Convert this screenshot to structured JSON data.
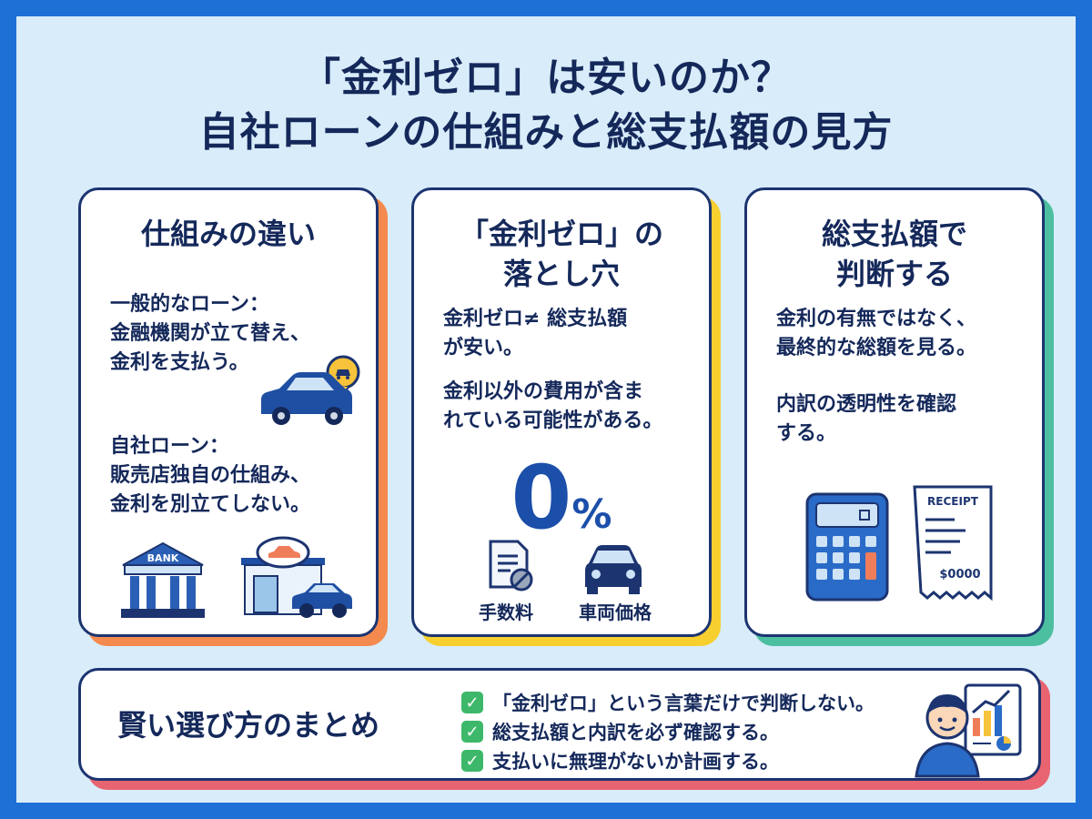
{
  "title": {
    "line1": "「金利ゼロ」は安いのか？",
    "line2": "自社ローンの仕組みと総支払額の見方"
  },
  "card1": {
    "heading": "仕組みの違い",
    "general": [
      "一般的なローン：",
      "金融機関が立て替え、",
      "金利を支払う。"
    ],
    "inhouse": [
      "自社ローン：",
      "販売店独自の仕組み、",
      "金利を別立てしない。"
    ],
    "bank_sign": "BANK",
    "icons": [
      "car-icon",
      "bank-icon",
      "dealership-icon"
    ]
  },
  "card2": {
    "heading_line1": "「金利ゼロ」の",
    "heading_line2": "落とし穴",
    "point1": [
      "金利ゼロ≠ 総支払額",
      "が安い。"
    ],
    "point2": [
      "金利以外の費用が含ま",
      "れている可能性がある。"
    ],
    "zero_number": "0",
    "zero_unit": "%",
    "fee_label": "手数料",
    "vehicle_label": "車両価格",
    "icons": [
      "document-icon",
      "car-icon"
    ]
  },
  "card3": {
    "heading_line1": "総支払額で",
    "heading_line2": "判断する",
    "point1": [
      "金利の有無ではなく、",
      "最終的な総額を見る。"
    ],
    "point2": [
      "内訳の透明性を確認",
      "する。"
    ],
    "receipt_title": "RECEIPT",
    "receipt_amount": "$0000",
    "icons": [
      "calculator-icon",
      "receipt-icon"
    ]
  },
  "summary": {
    "title": "賢い選び方のまとめ",
    "items": [
      "「金利ゼロ」という言葉だけで判断しない。",
      "総支払額と内訳を必ず確認する。",
      "支払いに無理がないか計画する。"
    ],
    "icons": [
      "checkbox-icon",
      "person-icon",
      "chart-icon"
    ]
  },
  "colors": {
    "frame": "#1e6fd6",
    "background": "#d9ecfa",
    "navy": "#14285a",
    "accent_orange": "#f48a4e",
    "accent_yellow": "#f7cf2f",
    "accent_green": "#4dbfa1",
    "accent_red": "#e86470",
    "check_green": "#3db86a"
  }
}
